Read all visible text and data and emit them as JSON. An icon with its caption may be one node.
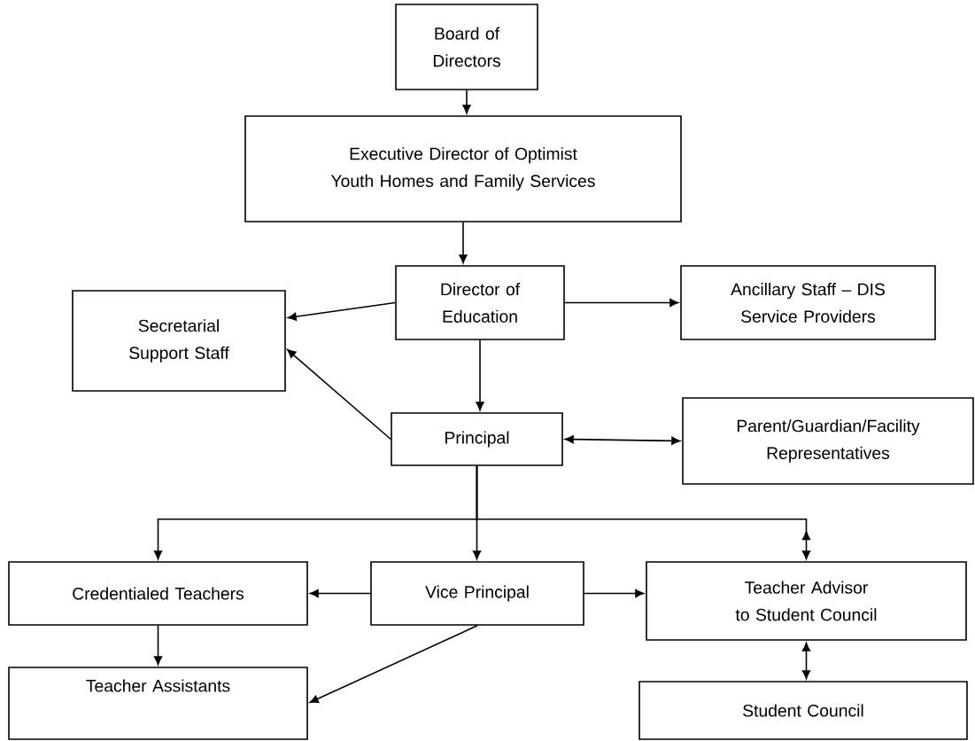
{
  "diagram": {
    "nodes": [
      {
        "text": [
          "Board of Directors"
        ]
      },
      {
        "text": [
          "Executive Director of Optimist Youth Homes and Family Services"
        ]
      },
      {
        "text": [
          "Director of Education"
        ]
      },
      {
        "text": [
          "Ancillary Staff – DIS Service Providers"
        ]
      },
      {
        "text": [
          "Secretarial Support Staff"
        ]
      },
      {
        "text": [
          "Principal"
        ]
      },
      {
        "text": [
          "Parent/Guardian/Facility Representatives"
        ]
      },
      {
        "text": [
          "Credentialed Teachers"
        ]
      },
      {
        "text": [
          "Vice Principal"
        ]
      },
      {
        "text": [
          "Teacher Advisor to Student Council"
        ]
      },
      {
        "text": [
          "Teacher Assistants"
        ]
      },
      {
        "text": [
          "Student Council"
        ]
      }
    ],
    "edges": [
      {
        "from": 0,
        "to": 1,
        "arrow": "to"
      },
      {
        "from": 1,
        "to": 2,
        "arrow": "to"
      },
      {
        "from": 2,
        "to": 3,
        "arrow": "to"
      },
      {
        "from": 2,
        "to": 4,
        "arrow": "to"
      },
      {
        "from": 5,
        "to": 4,
        "arrow": "to"
      },
      {
        "from": 2,
        "to": 5,
        "arrow": "to"
      },
      {
        "from": 5,
        "to": 6,
        "arrow": "both"
      },
      {
        "from": 5,
        "to": 7,
        "arrow": "to"
      },
      {
        "from": 5,
        "to": 8,
        "arrow": "to"
      },
      {
        "from": 5,
        "to": 9,
        "arrow": "to"
      },
      {
        "from": 8,
        "to": 7,
        "arrow": "to"
      },
      {
        "from": 8,
        "to": 9,
        "arrow": "to"
      },
      {
        "from": 7,
        "to": 10,
        "arrow": "to"
      },
      {
        "from": 8,
        "to": 10,
        "arrow": "to"
      },
      {
        "from": 9,
        "to": 11,
        "arrow": "both"
      }
    ]
  }
}
